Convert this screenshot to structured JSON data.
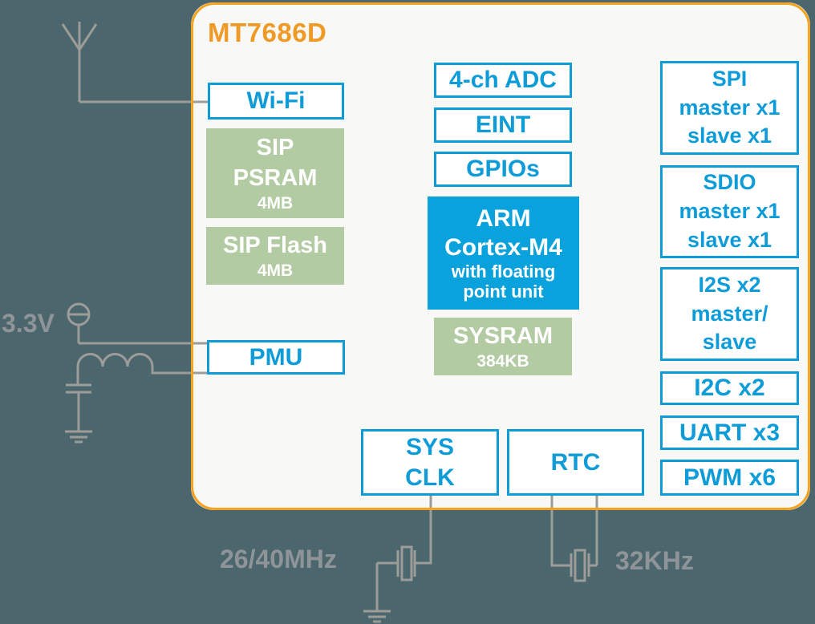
{
  "title": "MT7686D",
  "colors": {
    "background": "#4C666D",
    "chip_fill": "#F8F8F6",
    "chip_border_orange": "#F5A21D",
    "accent_blue": "#0D9CD8",
    "arm_fill_blue": "#0AA2DC",
    "memory_green": "#B3CBA3",
    "wire_gray": "#9C9C99",
    "annotation_gray": "#8E9497"
  },
  "blocks": {
    "wifi": {
      "label": "Wi-Fi"
    },
    "sip_psram": {
      "line1": "SIP",
      "line2": "PSRAM",
      "size": "4MB"
    },
    "sip_flash": {
      "line1": "SIP Flash",
      "size": "4MB"
    },
    "pmu": {
      "label": "PMU"
    },
    "adc": {
      "label": "4-ch ADC"
    },
    "eint": {
      "label": "EINT"
    },
    "gpios": {
      "label": "GPIOs"
    },
    "arm": {
      "line1": "ARM",
      "line2": "Cortex-M4",
      "line3": "with floating",
      "line4": "point unit"
    },
    "sysram": {
      "line1": "SYSRAM",
      "size": "384KB"
    },
    "sys_clk": {
      "line1": "SYS",
      "line2": "CLK"
    },
    "rtc": {
      "label": "RTC"
    },
    "spi": {
      "line1": "SPI",
      "line2": "master x1",
      "line3": "slave x1"
    },
    "sdio": {
      "line1": "SDIO",
      "line2": "master x1",
      "line3": "slave x1"
    },
    "i2s": {
      "line1": "I2S x2",
      "line2": "master/",
      "line3": "slave"
    },
    "i2c": {
      "label": "I2C x2"
    },
    "uart": {
      "label": "UART x3"
    },
    "pwm": {
      "label": "PWM x6"
    }
  },
  "annotations": {
    "supply_voltage": "3.3V",
    "sys_clk_freq": "26/40MHz",
    "rtc_freq": "32KHz"
  }
}
